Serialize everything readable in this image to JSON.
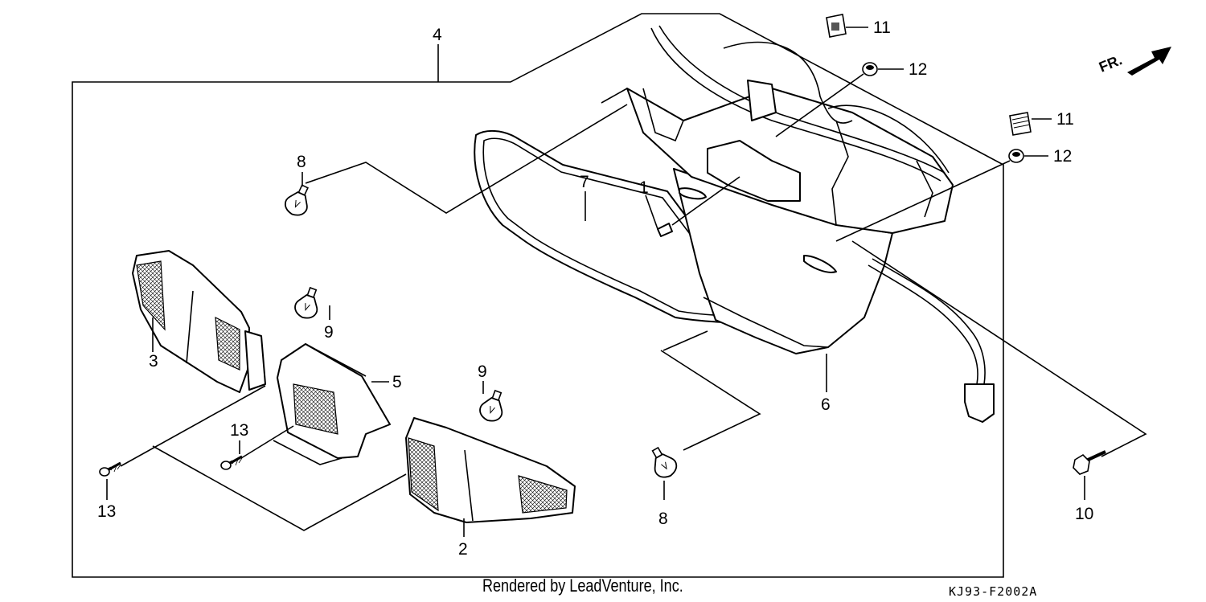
{
  "callouts": [
    {
      "id": "c4",
      "text": "4"
    },
    {
      "id": "c11a",
      "text": "11"
    },
    {
      "id": "c12a",
      "text": "12"
    },
    {
      "id": "c11b",
      "text": "11"
    },
    {
      "id": "c12b",
      "text": "12"
    },
    {
      "id": "c8a",
      "text": "8"
    },
    {
      "id": "c7",
      "text": "7"
    },
    {
      "id": "c1",
      "text": "1"
    },
    {
      "id": "c3",
      "text": "3"
    },
    {
      "id": "c9a",
      "text": "9"
    },
    {
      "id": "c5",
      "text": "5"
    },
    {
      "id": "c9b",
      "text": "9"
    },
    {
      "id": "c6",
      "text": "6"
    },
    {
      "id": "c13a",
      "text": "13"
    },
    {
      "id": "c13b",
      "text": "13"
    },
    {
      "id": "c8b",
      "text": "8"
    },
    {
      "id": "c2",
      "text": "2"
    },
    {
      "id": "c10",
      "text": "10"
    }
  ],
  "direction": {
    "label": "FR."
  },
  "footer": {
    "credit": "Rendered by LeadVenture, Inc.",
    "code": "KJ93-F2002A"
  }
}
